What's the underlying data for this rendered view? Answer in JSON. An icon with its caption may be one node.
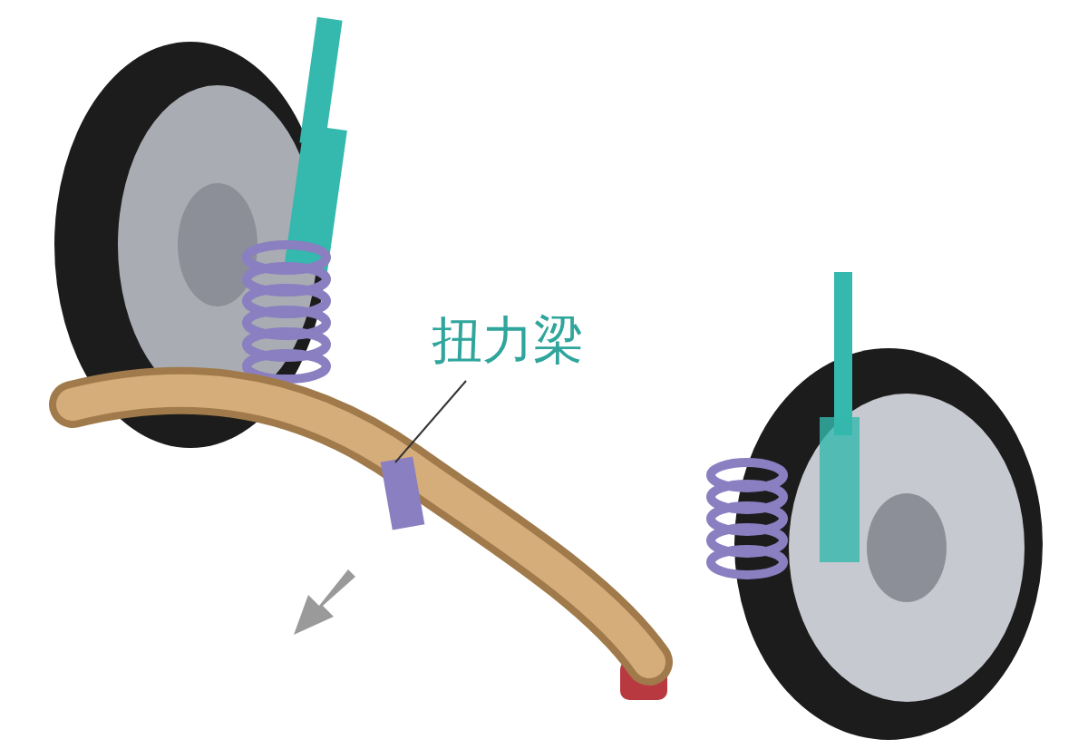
{
  "diagram": {
    "nodes": [
      {
        "text": [
          "扭力梁"
        ]
      },
      {
        "text": [],
        "shape": "picture"
      }
    ],
    "edges": [
      {
        "from": 0,
        "to": 1,
        "arrow": "none"
      }
    ]
  }
}
